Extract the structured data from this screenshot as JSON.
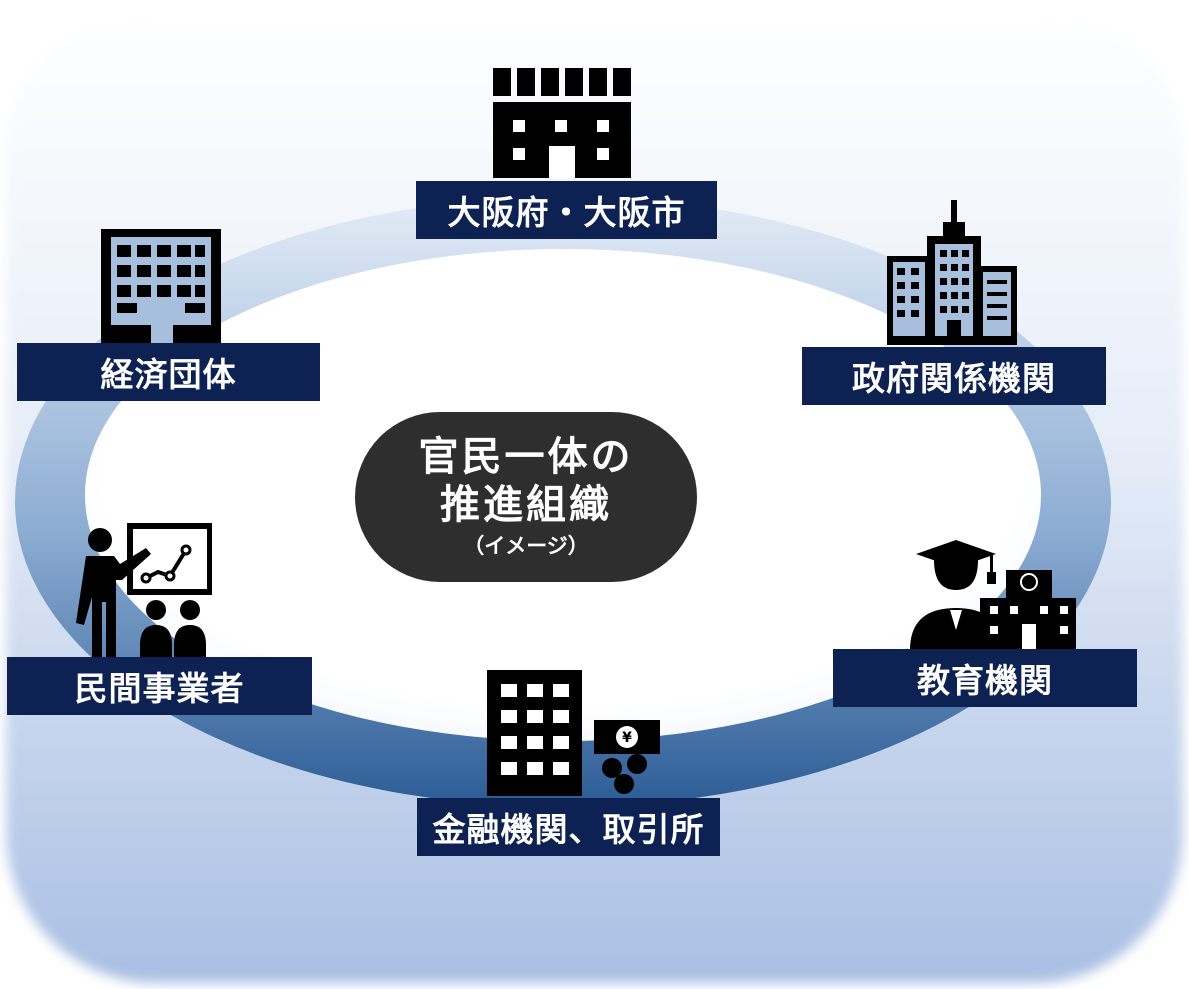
{
  "center": {
    "line1": "官民一体の",
    "line2": "推進組織",
    "line3": "（イメージ）"
  },
  "nodes": {
    "osaka": "大阪府・大阪市",
    "business_orgs": "経済団体",
    "government_agencies": "政府関係機関",
    "private_companies": "民間事業者",
    "education": "教育機関",
    "finance": "金融機関、取引所"
  },
  "icons": {
    "osaka": "government-building-icon",
    "business_orgs": "office-building-icon",
    "government_agencies": "city-skyscrapers-icon",
    "private_companies": "presenter-audience-icon",
    "education": "graduate-school-icon",
    "finance": "bank-yen-coins-icon"
  },
  "colors": {
    "label_bg": "#0d2252",
    "label_text": "#ffffff",
    "center_bg": "#2e2e2e",
    "ring": "#4d7fb5",
    "background_gradient_top": "#ffffff",
    "background_gradient_bottom": "#a9bfe3"
  }
}
